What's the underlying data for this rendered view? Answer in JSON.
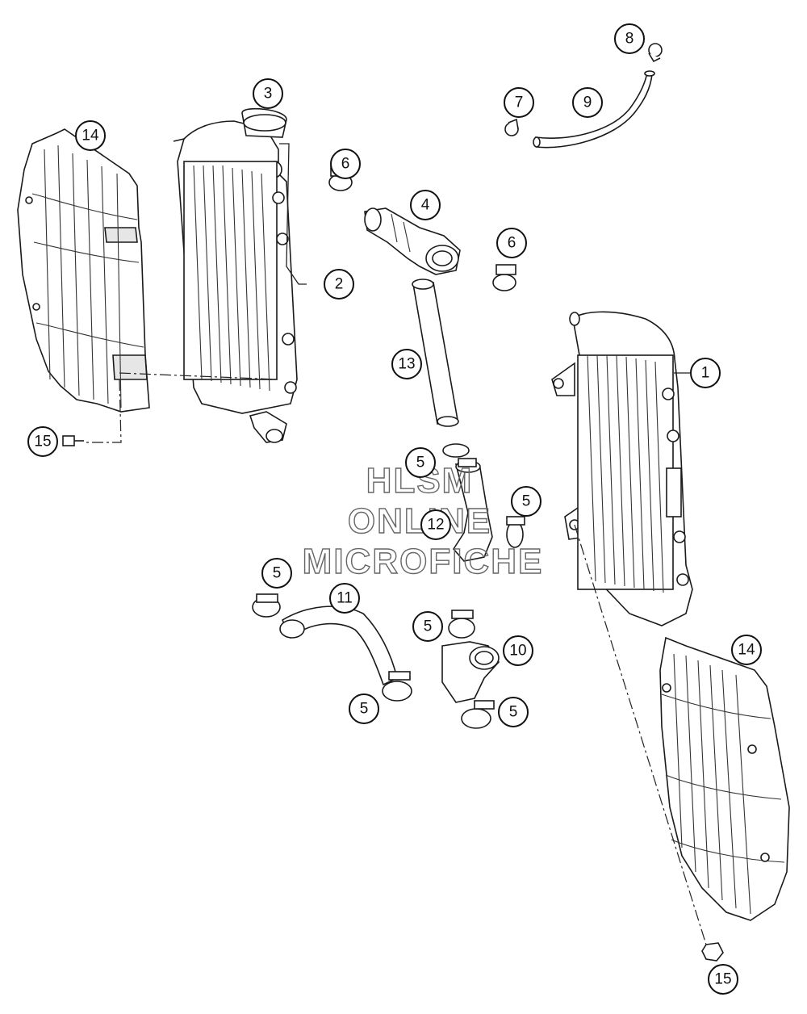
{
  "watermark": {
    "line1": "HLSM",
    "line2": "ONLINE",
    "line3": "MICROFICHE"
  },
  "callouts": {
    "c1": "1",
    "c2": "2",
    "c3": "3",
    "c4": "4",
    "c5": "5",
    "c6": "6",
    "c7": "7",
    "c8": "8",
    "c9": "9",
    "c10": "10",
    "c11": "11",
    "c12": "12",
    "c13": "13",
    "c14": "14",
    "c15": "15"
  }
}
